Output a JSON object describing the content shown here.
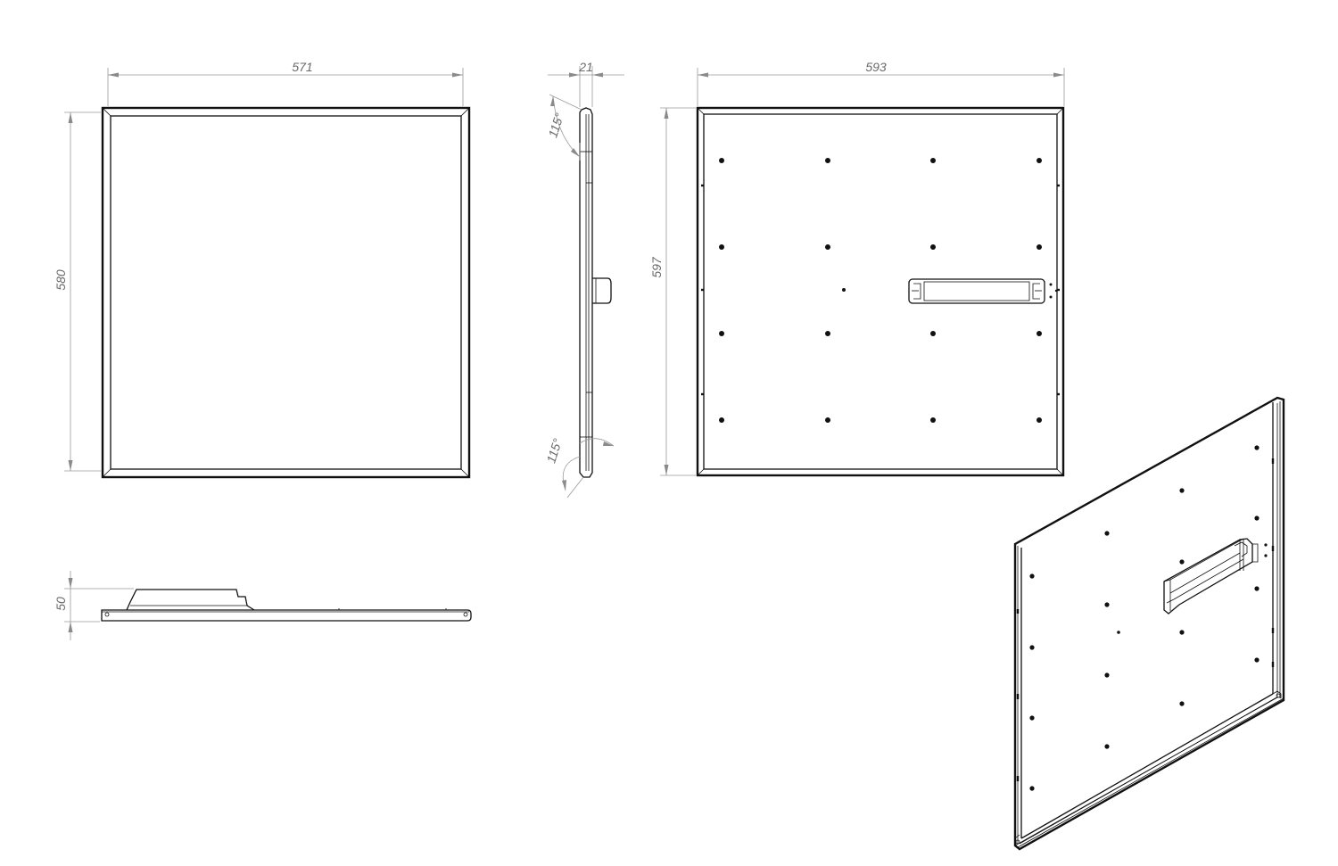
{
  "drawing": {
    "dimensions": {
      "front_width": "571",
      "front_height": "580",
      "side_thickness": "21",
      "side_angle_top": "115°",
      "side_angle_bottom": "115°",
      "back_width": "593",
      "back_height": "597",
      "bottom_height": "50"
    },
    "colors": {
      "line": "#111111",
      "dimension": "#9a9a9a",
      "text": "#6a6a6a"
    }
  }
}
